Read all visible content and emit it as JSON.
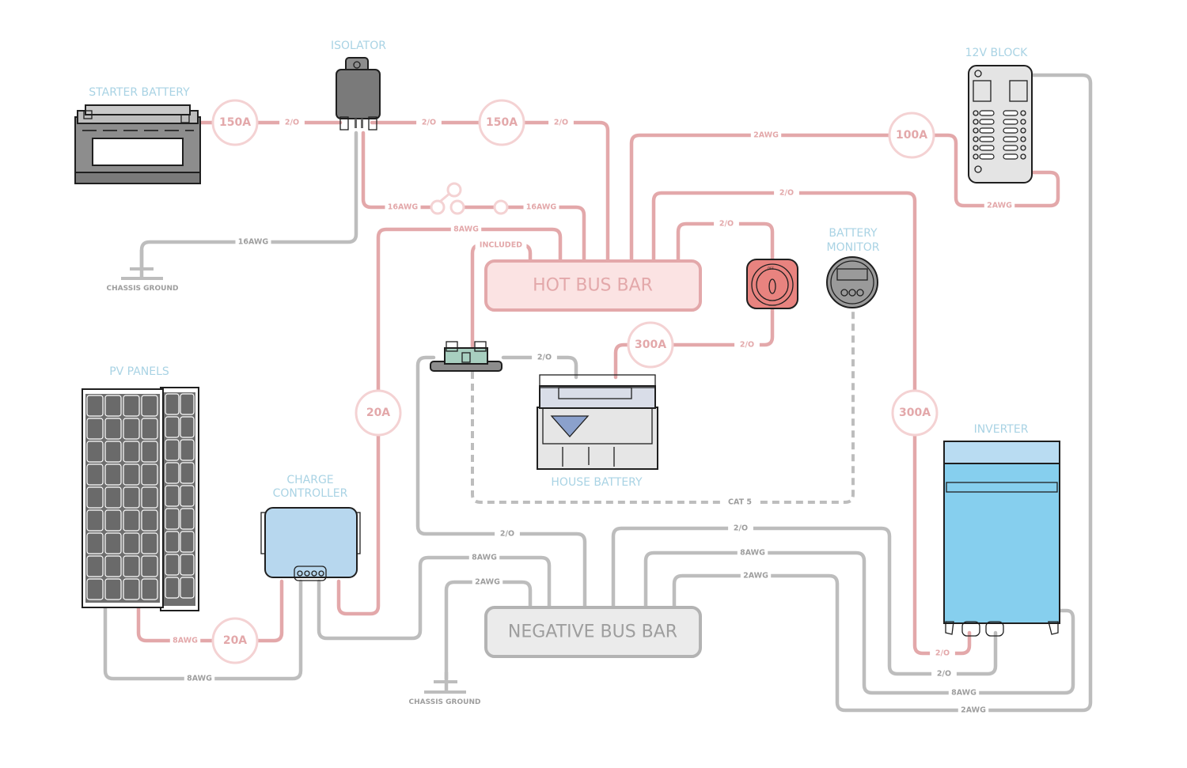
{
  "title": "Campervan electrical wiring diagram",
  "colors": {
    "positive_wire": "#e3a8aa",
    "negative_wire": "#bdbdbd",
    "fuse_ring": "#f4d2d3",
    "component_label": "#a9d3e4",
    "hot_bus_fill": "#fbe3e3",
    "negative_bus_fill": "#ebebeb"
  },
  "components": {
    "starter_battery": "STARTER BATTERY",
    "isolator": "ISOLATOR",
    "block_12v": "12V BLOCK",
    "battery_monitor_line1": "BATTERY",
    "battery_monitor_line2": "MONITOR",
    "pv_panels": "PV PANELS",
    "charge_controller_line1": "CHARGE",
    "charge_controller_line2": "CONTROLLER",
    "house_battery": "HOUSE BATTERY",
    "inverter": "INVERTER",
    "hot_bus_bar": "HOT BUS BAR",
    "negative_bus_bar": "NEGATIVE BUS BAR",
    "chassis_ground_top": "CHASSIS GROUND",
    "chassis_ground_bottom": "CHASSIS GROUND"
  },
  "fuses": {
    "starter_fuse": "150A",
    "isolator_out_fuse": "150A",
    "block_fuse": "100A",
    "house_battery_fuse": "300A",
    "inverter_fuse": "300A",
    "cc_out_fuse": "20A",
    "pv_fuse": "20A"
  },
  "wire_labels": {
    "starter_to_fuse": "2/O",
    "isolator_to_fuse": "2/O",
    "fuse_to_hotbus": "2/O",
    "isolator_ground": "16AWG",
    "isolator_trigger_a": "16AWG",
    "isolator_trigger_b": "16AWG",
    "hotbus_to_block": "2AWG",
    "block_return": "2AWG",
    "hotbus_to_inverter": "2/O",
    "hotbus_to_switch": "2/O",
    "switch_to_fuse": "2/O",
    "cc_to_hotbus": "8AWG",
    "shunt_included": "INCLUDED",
    "shunt_to_house": "2/O",
    "cat5": "CAT 5",
    "shunt_to_neg": "2/O",
    "cc_neg": "8AWG",
    "ground_neg": "2AWG",
    "inverter_pos": "2/O",
    "inverter_neg": "2/O",
    "inverter_neg_8": "8AWG",
    "block_neg": "2AWG",
    "neg_inv_2o": "2/O",
    "neg_inv_8awg": "8AWG",
    "neg_block_2awg": "2AWG",
    "pv_pos": "8AWG",
    "pv_neg": "8AWG"
  },
  "switch_label": "OFF"
}
